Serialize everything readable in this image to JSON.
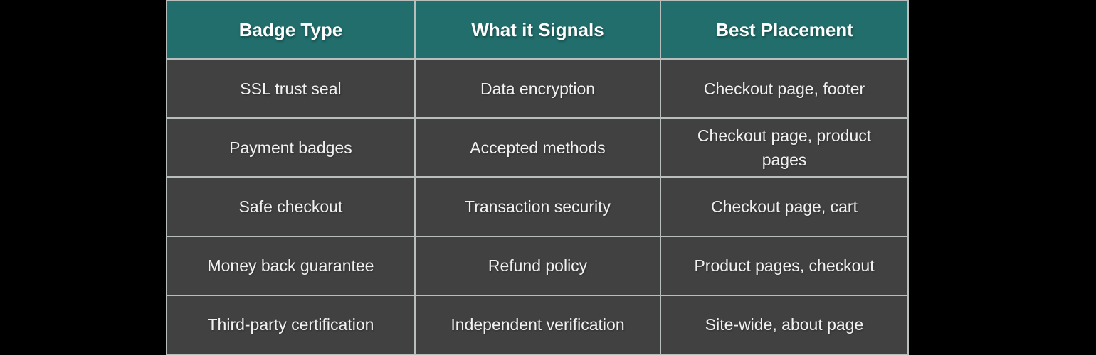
{
  "page": {
    "background_color": "#000000"
  },
  "chart_data": {
    "type": "table",
    "title": "",
    "columns": [
      "Badge Type",
      "What it Signals",
      "Best Placement"
    ],
    "rows": [
      [
        "SSL trust seal",
        "Data encryption",
        "Checkout page, footer"
      ],
      [
        "Payment badges",
        "Accepted methods",
        "Checkout page, product pages"
      ],
      [
        "Safe checkout",
        "Transaction security",
        "Checkout page, cart"
      ],
      [
        "Money back guarantee",
        "Refund policy",
        "Product pages, checkout"
      ],
      [
        "Third-party certification",
        "Independent verification",
        "Site-wide, about page"
      ]
    ],
    "layout_hints": {
      "header_row": true,
      "grid": "on",
      "text_align": "center"
    },
    "colors": {
      "header_background": "#216e6c",
      "header_text": "#ffffff",
      "row_background": "#414141",
      "body_text": "#f1f1f1",
      "grid_line": "#b7bebc",
      "canvas_background": "#000000"
    }
  }
}
